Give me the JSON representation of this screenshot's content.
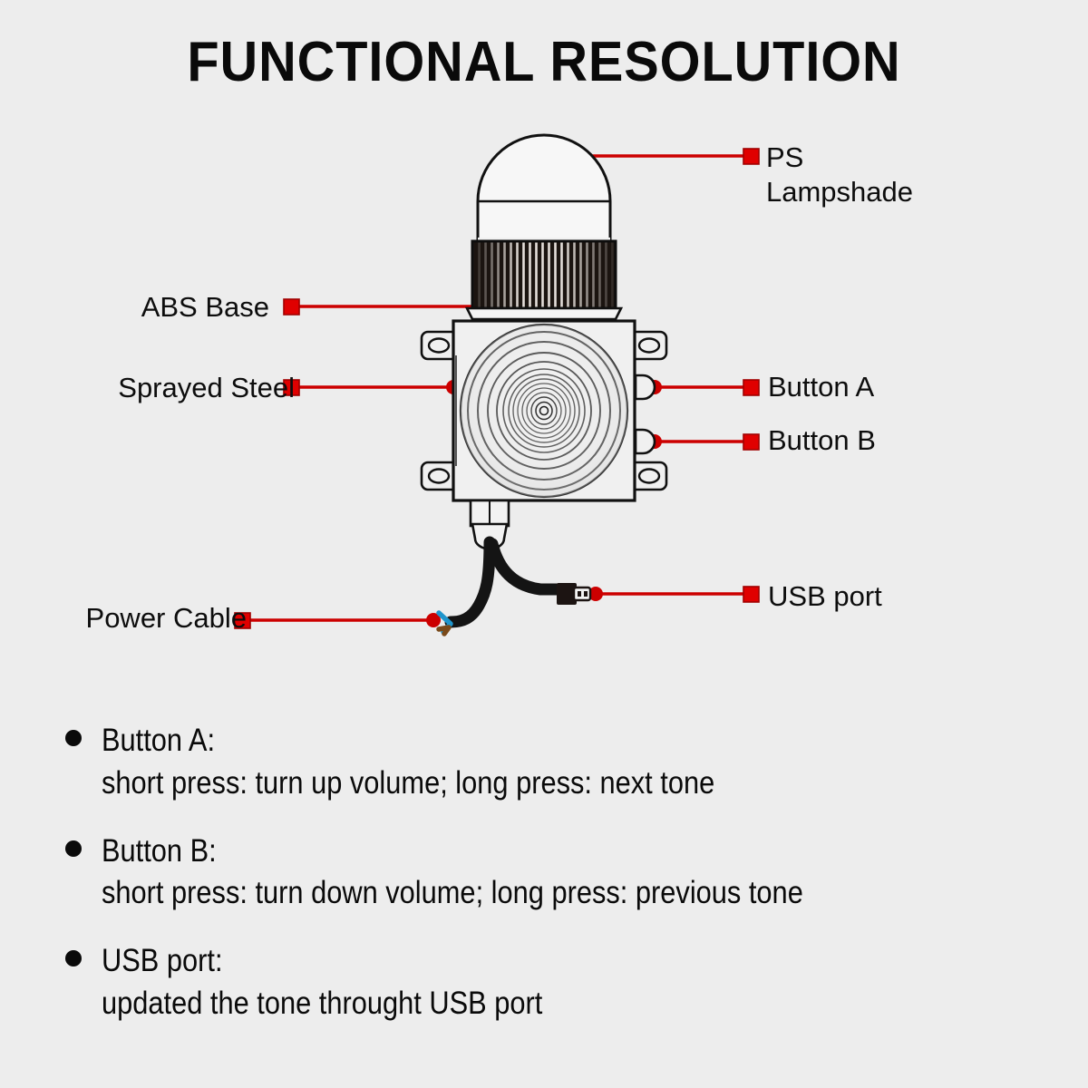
{
  "page": {
    "title": "FUNCTIONAL RESOLUTION",
    "background_color": "#ededed",
    "accent_color": "#cc0000",
    "text_color": "#0a0a0a"
  },
  "callouts": [
    {
      "id": "ps-lampshade",
      "label": "PS\nLampshade",
      "side": "right",
      "marker": "square"
    },
    {
      "id": "abs-base",
      "label": "ABS Base",
      "side": "left",
      "marker": "square"
    },
    {
      "id": "sprayed-steel",
      "label": "Sprayed Steel",
      "side": "left",
      "marker": "square"
    },
    {
      "id": "button-a",
      "label": "Button A",
      "side": "right",
      "marker": "square"
    },
    {
      "id": "button-b",
      "label": "Button B",
      "side": "right",
      "marker": "square"
    },
    {
      "id": "usb-port",
      "label": "USB port",
      "side": "right",
      "marker": "square"
    },
    {
      "id": "power-cable",
      "label": "Power Cable",
      "side": "left",
      "marker": "square"
    }
  ],
  "notes": [
    {
      "title": "Button A:",
      "body": "short press: turn up volume; long press: next tone"
    },
    {
      "title": "Button B:",
      "body": "short press: turn down volume; long press: previous tone"
    },
    {
      "title": "USB port:",
      "body": "updated the tone throught USB port"
    }
  ],
  "product": {
    "parts": [
      "ps-lampshade-dome",
      "abs-ribbed-base",
      "sprayed-steel-body",
      "speaker-cone",
      "mounting-tabs",
      "button-a",
      "button-b",
      "cable-gland",
      "power-cable",
      "micro-usb-plug",
      "blue-wire",
      "brown-wire"
    ],
    "wire_colors": {
      "neutral": "#1f95cc",
      "live": "#7a4a1a",
      "cable": "#141414"
    }
  }
}
